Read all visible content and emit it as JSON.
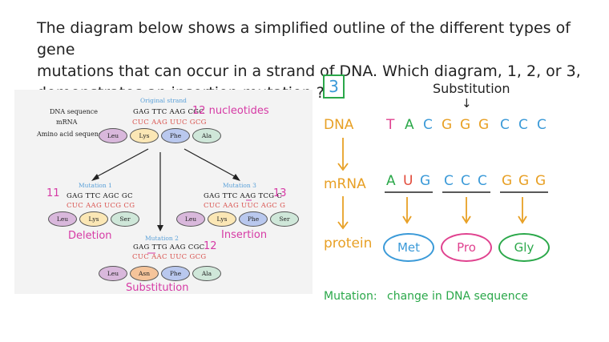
{
  "question": {
    "line1": "The diagram below shows a simplified outline of the different types of gene",
    "line2": "mutations that can occur in a strand of DNA. Which diagram, 1, 2, or 3,",
    "line3_pre": "demonstrates an",
    "line3_highlight": "insertion mutation",
    "line3_post": "?"
  },
  "diagram": {
    "original_strand_title": "Original strand",
    "label_dna": "DNA sequence",
    "label_mrna": "mRNA",
    "label_amino": "Amino acid sequence",
    "original_dna": "GAG TTC AAG CGC",
    "original_mrna": "CUC AAG UUC GCG",
    "original_aminos": [
      "Leu",
      "Lys",
      "Phe",
      "Ala"
    ],
    "original_count_note": "12 nucleotides",
    "mutation1": {
      "title": "Mutation 1",
      "dna": "GAG TTC AGC GC",
      "mrna": "CUC AAG UCG CG",
      "aminos": [
        "Leu",
        "Lys",
        "Ser"
      ],
      "count": "11",
      "note": "Deletion"
    },
    "mutation2": {
      "title": "Mutation 2",
      "dna": "GAG TTG AAG CGC",
      "mrna": "CUC AAC UUC GCG",
      "aminos": [
        "Leu",
        "Asn",
        "Phe",
        "Ala"
      ],
      "count": "12",
      "note": "Substitution"
    },
    "mutation3": {
      "title": "Mutation 3",
      "dna": "GAG TTC AAG TCG C",
      "mrna": "CUC AAG UUC AGC G",
      "aminos": [
        "Leu",
        "Lys",
        "Phe",
        "Ser"
      ],
      "count": "13",
      "note": "Insertion"
    }
  },
  "answer": {
    "number": "3",
    "substitution_label": "Substitution",
    "arrow_down": "↓",
    "label_dna": "DNA",
    "label_mrna": "mRNA",
    "label_protein": "protein",
    "dna_letters": [
      "T",
      "A",
      "C",
      "G",
      "G",
      "G",
      "C",
      "C",
      "C"
    ],
    "mrna_codons": [
      [
        "A",
        "U",
        "G"
      ],
      [
        "C",
        "C",
        "C"
      ],
      [
        "G",
        "G",
        "G"
      ]
    ],
    "proteins": [
      "Met",
      "Pro",
      "Gly"
    ],
    "mutation_label": "Mutation:",
    "mutation_definition": "change in DNA sequence"
  },
  "colors": {
    "green": "#2ba84a",
    "pink": "#e0428f",
    "blue": "#3b9ad8",
    "orange": "#e8a025",
    "red": "#e24b3b"
  }
}
